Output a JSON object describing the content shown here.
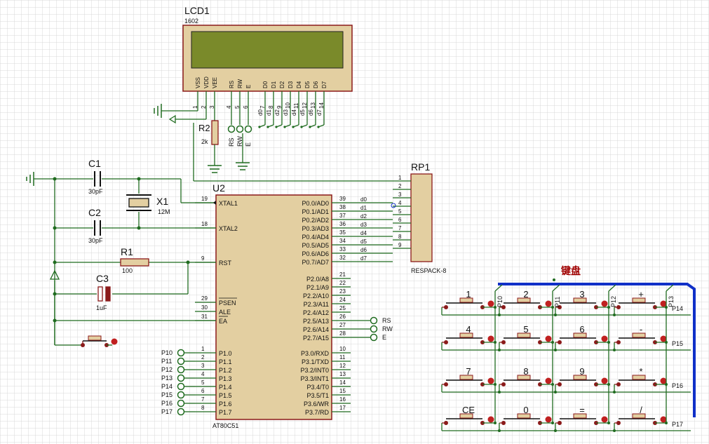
{
  "lcd": {
    "ref": "LCD1",
    "model": "1602",
    "pins": [
      "VSS",
      "VDD",
      "VEE",
      "RS",
      "RW",
      "E",
      "D0",
      "D1",
      "D2",
      "D3",
      "D4",
      "D5",
      "D6",
      "D7"
    ],
    "pin_numbers": [
      "1",
      "2",
      "3",
      "4",
      "5",
      "6",
      "7",
      "8",
      "9",
      "10",
      "11",
      "12",
      "13",
      "14"
    ],
    "net_labels": [
      "RS",
      "RW",
      "E"
    ],
    "data_nets": [
      "d0",
      "d1",
      "d2",
      "d3",
      "d4",
      "d5",
      "d6",
      "d7"
    ]
  },
  "r2": {
    "ref": "R2",
    "value": "2k"
  },
  "rp1": {
    "ref": "RP1",
    "model": "RESPACK-8",
    "pins": [
      "1",
      "2",
      "3",
      "4",
      "5",
      "6",
      "7",
      "8",
      "9"
    ]
  },
  "c1": {
    "ref": "C1",
    "value": "30pF"
  },
  "c2": {
    "ref": "C2",
    "value": "30pF"
  },
  "x1": {
    "ref": "X1",
    "value": "12M"
  },
  "r1": {
    "ref": "R1",
    "value": "100"
  },
  "c3": {
    "ref": "C3",
    "value": "1uF"
  },
  "mcu": {
    "ref": "U2",
    "model": "AT80C51",
    "left_pins": [
      {
        "num": "19",
        "name": "XTAL1"
      },
      {
        "num": "18",
        "name": "XTAL2"
      },
      {
        "num": "9",
        "name": "RST"
      },
      {
        "num": "29",
        "name": "PSEN"
      },
      {
        "num": "30",
        "name": "ALE"
      },
      {
        "num": "31",
        "name": "EA"
      },
      {
        "num": "1",
        "name": "P1.0"
      },
      {
        "num": "2",
        "name": "P1.1"
      },
      {
        "num": "3",
        "name": "P1.2"
      },
      {
        "num": "4",
        "name": "P1.3"
      },
      {
        "num": "5",
        "name": "P1.4"
      },
      {
        "num": "6",
        "name": "P1.5"
      },
      {
        "num": "7",
        "name": "P1.6"
      },
      {
        "num": "8",
        "name": "P1.7"
      }
    ],
    "port1_labels": [
      "P10",
      "P11",
      "P12",
      "P13",
      "P14",
      "P15",
      "P16",
      "P17"
    ],
    "right_pins": [
      {
        "num": "39",
        "name": "P0.0/AD0"
      },
      {
        "num": "38",
        "name": "P0.1/AD1"
      },
      {
        "num": "37",
        "name": "P0.2/AD2"
      },
      {
        "num": "36",
        "name": "P0.3/AD3"
      },
      {
        "num": "35",
        "name": "P0.4/AD4"
      },
      {
        "num": "34",
        "name": "P0.5/AD5"
      },
      {
        "num": "33",
        "name": "P0.6/AD6"
      },
      {
        "num": "32",
        "name": "P0.7/AD7"
      },
      {
        "num": "21",
        "name": "P2.0/A8"
      },
      {
        "num": "22",
        "name": "P2.1/A9"
      },
      {
        "num": "23",
        "name": "P2.2/A10"
      },
      {
        "num": "24",
        "name": "P2.3/A11"
      },
      {
        "num": "25",
        "name": "P2.4/A12"
      },
      {
        "num": "26",
        "name": "P2.5/A13"
      },
      {
        "num": "27",
        "name": "P2.6/A14"
      },
      {
        "num": "28",
        "name": "P2.7/A15"
      },
      {
        "num": "10",
        "name": "P3.0/RXD"
      },
      {
        "num": "11",
        "name": "P3.1/TXD"
      },
      {
        "num": "12",
        "name": "P3.2/INT0"
      },
      {
        "num": "13",
        "name": "P3.3/INT1"
      },
      {
        "num": "14",
        "name": "P3.4/T0"
      },
      {
        "num": "15",
        "name": "P3.5/T1"
      },
      {
        "num": "16",
        "name": "P3.6/WR"
      },
      {
        "num": "17",
        "name": "P3.7/RD"
      }
    ],
    "p0_nets": [
      "d0",
      "d1",
      "d2",
      "d3",
      "d4",
      "d5",
      "d6",
      "d7"
    ],
    "p2_nets": [
      "RS",
      "RW",
      "E"
    ]
  },
  "keypad": {
    "title": "键盘",
    "keys": [
      [
        "1",
        "2",
        "3",
        "+"
      ],
      [
        "4",
        "5",
        "6",
        "-"
      ],
      [
        "7",
        "8",
        "9",
        "*"
      ],
      [
        "CE",
        "0",
        "=",
        "/"
      ]
    ],
    "col_labels": [
      "P10",
      "P11",
      "P12",
      "P13"
    ],
    "row_labels": [
      "P14",
      "P15",
      "P16",
      "P17"
    ]
  },
  "colors": {
    "wire": "#1f6b1f",
    "component": "#8b1a1a",
    "component_fill": "#e3cfa1",
    "lcd_screen": "#7a8a2a",
    "bus": "#1030c8",
    "grid": "#d8d8d8",
    "title_red": "#a00000"
  }
}
